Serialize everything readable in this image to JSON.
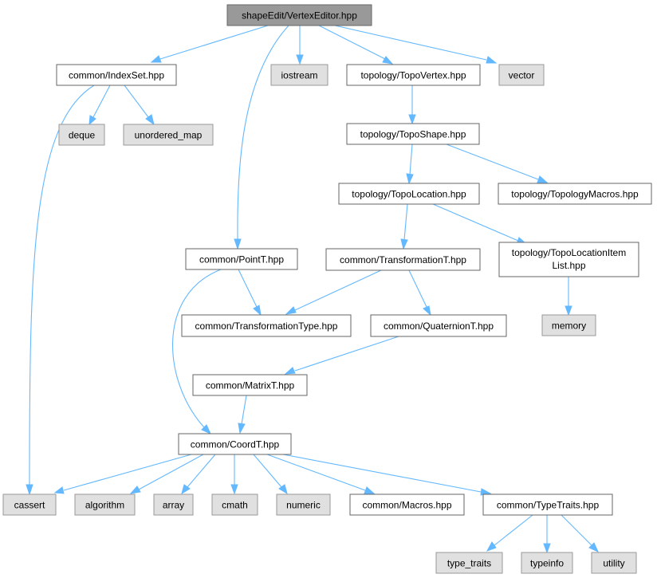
{
  "diagram": {
    "nodes": {
      "root": "shapeEdit/VertexEditor.hpp",
      "indexset": "common/IndexSet.hpp",
      "iostream": "iostream",
      "topovertex": "topology/TopoVertex.hpp",
      "vector": "vector",
      "deque": "deque",
      "unordered_map": "unordered_map",
      "toposhape": "topology/TopoShape.hpp",
      "topolocation": "topology/TopoLocation.hpp",
      "topologymacros": "topology/TopologyMacros.hpp",
      "pointt": "common/PointT.hpp",
      "transformationt": "common/TransformationT.hpp",
      "topolocationitemlist_1": "topology/TopoLocationItem",
      "topolocationitemlist_2": "List.hpp",
      "transformationtype": "common/TransformationType.hpp",
      "quaterniont": "common/QuaternionT.hpp",
      "memory": "memory",
      "matrixt": "common/MatrixT.hpp",
      "coordt": "common/CoordT.hpp",
      "cassert": "cassert",
      "algorithm": "algorithm",
      "array": "array",
      "cmath": "cmath",
      "numeric": "numeric",
      "macros": "common/Macros.hpp",
      "typetraits": "common/TypeTraits.hpp",
      "type_traits": "type_traits",
      "typeinfo": "typeinfo",
      "utility": "utility"
    },
    "edges": [
      [
        "root",
        "indexset"
      ],
      [
        "root",
        "pointt"
      ],
      [
        "root",
        "iostream"
      ],
      [
        "root",
        "topovertex"
      ],
      [
        "root",
        "vector"
      ],
      [
        "indexset",
        "cassert"
      ],
      [
        "indexset",
        "deque"
      ],
      [
        "indexset",
        "unordered_map"
      ],
      [
        "topovertex",
        "toposhape"
      ],
      [
        "toposhape",
        "topolocation"
      ],
      [
        "toposhape",
        "topologymacros"
      ],
      [
        "topolocation",
        "transformationt"
      ],
      [
        "topolocation",
        "topolocationitemlist"
      ],
      [
        "topolocationitemlist",
        "memory"
      ],
      [
        "pointt",
        "transformationtype"
      ],
      [
        "pointt",
        "coordt"
      ],
      [
        "transformationt",
        "transformationtype"
      ],
      [
        "transformationt",
        "quaterniont"
      ],
      [
        "quaterniont",
        "matrixt"
      ],
      [
        "matrixt",
        "coordt"
      ],
      [
        "coordt",
        "cassert"
      ],
      [
        "coordt",
        "algorithm"
      ],
      [
        "coordt",
        "array"
      ],
      [
        "coordt",
        "cmath"
      ],
      [
        "coordt",
        "numeric"
      ],
      [
        "coordt",
        "macros"
      ],
      [
        "coordt",
        "typetraits"
      ],
      [
        "typetraits",
        "type_traits"
      ],
      [
        "typetraits",
        "typeinfo"
      ],
      [
        "typetraits",
        "utility"
      ]
    ],
    "colors": {
      "edge": "#63b8ff",
      "root_fill": "#999999",
      "file_fill": "#ffffff",
      "system_fill": "#e0e0e0"
    }
  }
}
